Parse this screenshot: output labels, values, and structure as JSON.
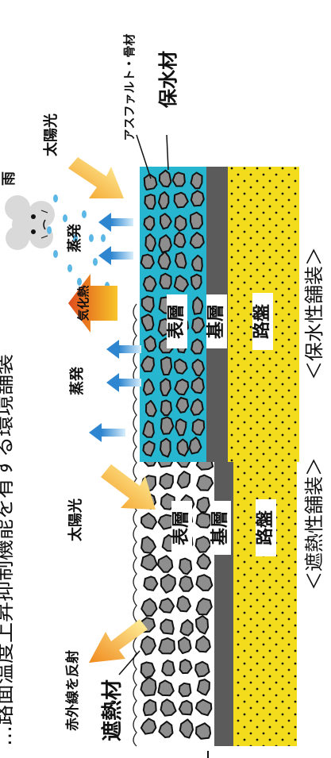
{
  "heading_partial": "…路面温度上昇抑制機能を有する環境舗装",
  "left_panel": {
    "caption": "＜遮熱性舗装＞",
    "material_label": "遮熱材",
    "infrared_label": "赤外線を反射",
    "sunlight_label": "太陽光",
    "layers": {
      "surface": "表層",
      "base": "基層",
      "subgrade": "路盤"
    }
  },
  "right_panel": {
    "caption": "＜保水性舗装＞",
    "material_label": "保水材",
    "aggregate_label": "アスファルト・骨材",
    "sunlight_label": "太陽光",
    "rain_label": "雨",
    "evaporation_label": "蒸発",
    "heat_of_vaporization_label": "気化熱",
    "layers": {
      "surface": "表層",
      "base": "基層",
      "subgrade": "路盤"
    }
  },
  "colors": {
    "road_yellow": "#f3dc1c",
    "base_gray": "#5b5b5b",
    "stone_fill": "#8e8e8e",
    "water_cyan": "#27b6cf",
    "evaporation_blue": "#2f86d0",
    "sun_arrow": "#f6b21c",
    "heat_arrow": "#e8741c"
  }
}
